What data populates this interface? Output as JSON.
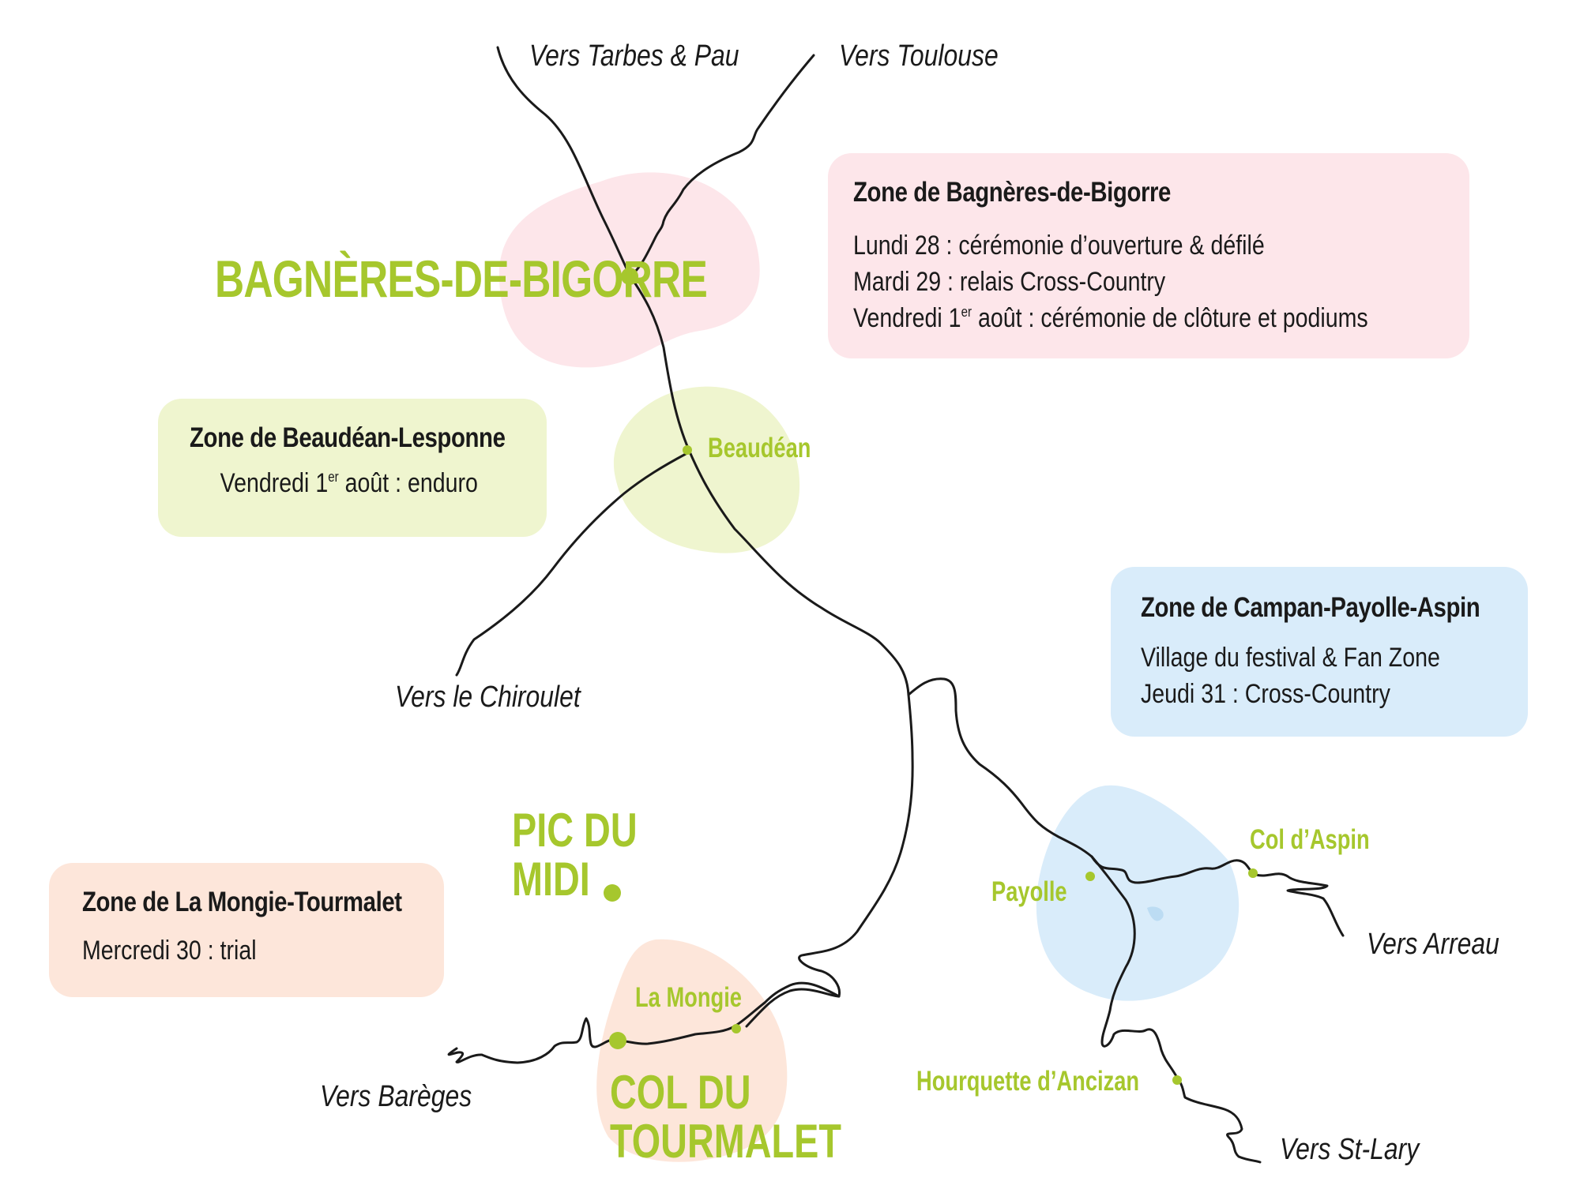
{
  "colors": {
    "accent_green": "#a6c72d",
    "road": "#1a1a1a",
    "zone_bagneres": "#fde6ea",
    "zone_beaudean": "#eff5cf",
    "zone_campan": "#d9ecfa",
    "zone_mongie": "#fde6da"
  },
  "icons": {
    "town": "green-dot-icon",
    "lake": "lake-icon"
  },
  "zones": {
    "bagneres": {
      "title": "Zone de Bagnères-de-Bigorre",
      "line1": "Lundi 28 : cérémonie d’ouverture & défilé",
      "line2": "Mardi 29 : relais Cross-Country",
      "line3_pre": "Vendredi 1",
      "line3_sup": "er",
      "line3_post": " août : cérémonie de clôture et podiums"
    },
    "beaudean": {
      "title": "Zone de Beaudéan-Lesponne",
      "line1_pre": "Vendredi 1",
      "line1_sup": "er",
      "line1_post": " août : enduro"
    },
    "campan": {
      "title": "Zone de Campan-Payolle-Aspin",
      "line1": "Village du festival & Fan Zone",
      "line2": "Jeudi 31 : Cross-Country"
    },
    "mongie": {
      "title": "Zone de La Mongie-Tourmalet",
      "line1": "Mercredi 30 : trial"
    }
  },
  "places": {
    "bagneres": "BAGNÈRES-DE-BIGORRE",
    "beaudean": "Beaudéan",
    "pic_line1": "PIC DU",
    "pic_line2": "MIDI",
    "col_aspin": "Col d’Aspin",
    "payolle": "Payolle",
    "la_mongie": "La Mongie",
    "col_line1": "COL DU",
    "col_line2": "TOURMALET",
    "hourquette": "Hourquette d’Ancizan"
  },
  "roads": {
    "tarbes": "Vers Tarbes & Pau",
    "toulouse": "Vers Toulouse",
    "chiroulet": "Vers le Chiroulet",
    "bareges": "Vers Barèges",
    "arreau": "Vers Arreau",
    "stlary": "Vers St-Lary"
  }
}
